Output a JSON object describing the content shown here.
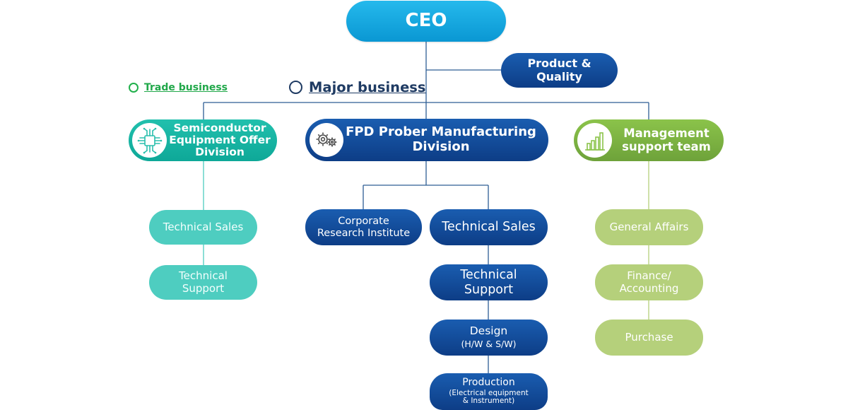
{
  "colors": {
    "ceo": "#0a97d3",
    "navy": "#0d3d86",
    "teal": "#0ea898",
    "teal_light": "#4ecdc0",
    "green": "#6ea23a",
    "green_light": "#b5d07b",
    "line_navy": "#2e5d94",
    "line_teal": "#4ecdc0",
    "line_green": "#b5d07b"
  },
  "legend": {
    "trade": "Trade business",
    "major": "Major business"
  },
  "ceo": "CEO",
  "product_quality": "Product &\nQuality",
  "divisions": {
    "semiconductor": {
      "title": "Semiconductor\nEquipment Offer\nDivision",
      "icon": "chip-icon",
      "teams": [
        "Technical Sales",
        "Technical\nSupport"
      ]
    },
    "fpd": {
      "title": "FPD Prober Manufacturing\nDivision",
      "icon": "gears-icon",
      "research": "Corporate\nResearch Institute",
      "teams": [
        {
          "label": "Technical Sales",
          "sub": ""
        },
        {
          "label": "Technical\nSupport",
          "sub": ""
        },
        {
          "label": "Design",
          "sub": "(H/W & S/W)"
        },
        {
          "label": "Production",
          "sub": "(Electrical equipment\n& Instrument)"
        }
      ]
    },
    "management": {
      "title": "Management\nsupport team",
      "icon": "bar-chart-icon",
      "teams": [
        "General Affairs",
        "Finance/\nAccounting",
        "Purchase"
      ]
    }
  }
}
